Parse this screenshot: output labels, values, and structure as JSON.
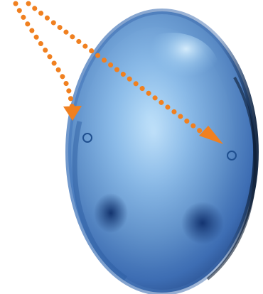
{
  "diagram": {
    "description_free": true,
    "colors": {
      "background": "#ffffff",
      "arrow": "#f08020",
      "marker": "#1f4f8f",
      "lens_light": "#8fc0ea",
      "lens_mid": "#5b8fc7",
      "lens_dark": "#1d3f7d"
    },
    "icons": {
      "left_marker": "circle-marker",
      "right_marker": "circle-marker",
      "left_arrow": "dotted-arrow",
      "right_arrow": "dotted-arrow"
    }
  }
}
